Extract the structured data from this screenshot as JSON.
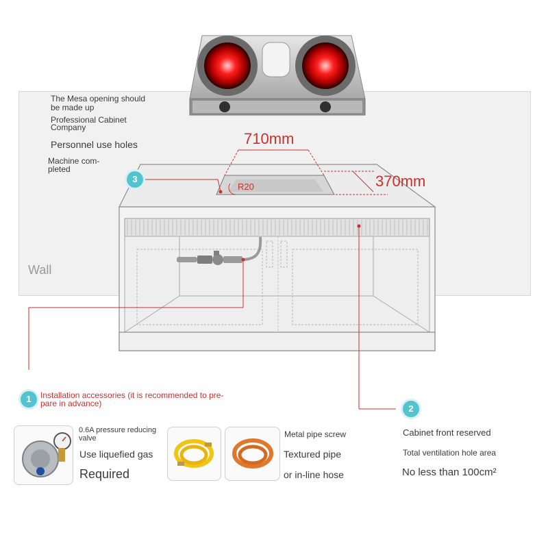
{
  "labels": {
    "mesa_line1": "The Mesa opening should",
    "mesa_line2": "be made up",
    "cabinet_line1": "Professional Cabinet",
    "cabinet_line2": "Company",
    "personnel": "Personnel use holes",
    "machine_line1": "Machine com-",
    "machine_line2": "pleted",
    "wall": "Wall"
  },
  "dimensions": {
    "width": "710mm",
    "depth": "370mm",
    "radius": "R20"
  },
  "badges": {
    "one": "1",
    "two": "2",
    "three": "3"
  },
  "accessories": {
    "title_line1": "Installation accessories (it is recommended to pre-",
    "title_line2": "pare in advance)",
    "valve_line1": "0.6A pressure reducing",
    "valve_line2": "valve",
    "liquefied": "Use liquefied gas",
    "required": "Required",
    "pipe_screw": "Metal pipe screw",
    "textured": "Textured pipe",
    "inline": "or in-line hose"
  },
  "ventilation": {
    "reserved": "Cabinet front reserved",
    "area": "Total ventilation hole area",
    "min": "No less than 100cm²"
  },
  "colors": {
    "accent_red": "#c9302c",
    "badge_teal": "#52c3cf",
    "wall_gray": "#f1f1f1",
    "hose_yellow": "#f2c414",
    "hose_orange": "#e0782c"
  },
  "icons": [
    "gas-stove-icon",
    "pressure-valve-icon",
    "yellow-hose-icon",
    "orange-hose-icon"
  ]
}
